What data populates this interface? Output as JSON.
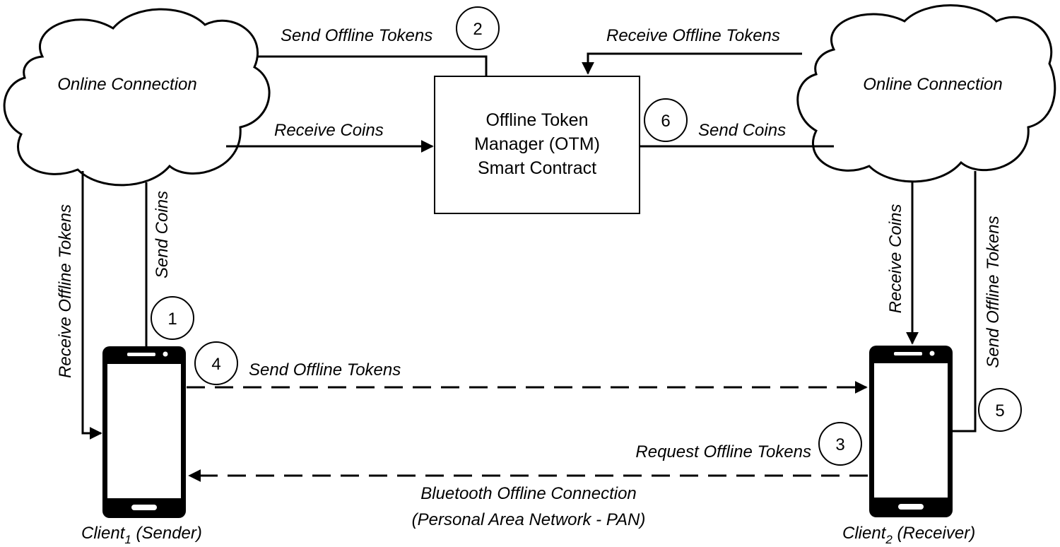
{
  "clouds": {
    "left_label": "Online Connection",
    "right_label": "Online Connection"
  },
  "otm": {
    "line1": "Offline Token",
    "line2": "Manager (OTM)",
    "line3": "Smart Contract"
  },
  "steps": {
    "s1": "1",
    "s2": "2",
    "s3": "3",
    "s4": "4",
    "s5": "5",
    "s6": "6"
  },
  "edges": {
    "send_offline_tokens_top": "Send Offline Tokens",
    "receive_offline_tokens_top": "Receive Offline Tokens",
    "receive_coins_top": "Receive Coins",
    "send_coins_top": "Send Coins",
    "receive_offline_tokens_left": "Receive Offline Tokens",
    "send_coins_left": "Send Coins",
    "receive_coins_right": "Receive Coins",
    "send_offline_tokens_right": "Send Offline Tokens",
    "send_offline_tokens_bluetooth": "Send Offline Tokens",
    "request_offline_tokens": "Request Offline Tokens",
    "bluetooth_line1": "Bluetooth Offline Connection",
    "bluetooth_line2": "(Personal Area Network - PAN)"
  },
  "clients": {
    "sender_prefix": "Client",
    "sender_sub": "1",
    "sender_role": " (Sender)",
    "receiver_prefix": "Client",
    "receiver_sub": "2",
    "receiver_role": " (Receiver)"
  }
}
